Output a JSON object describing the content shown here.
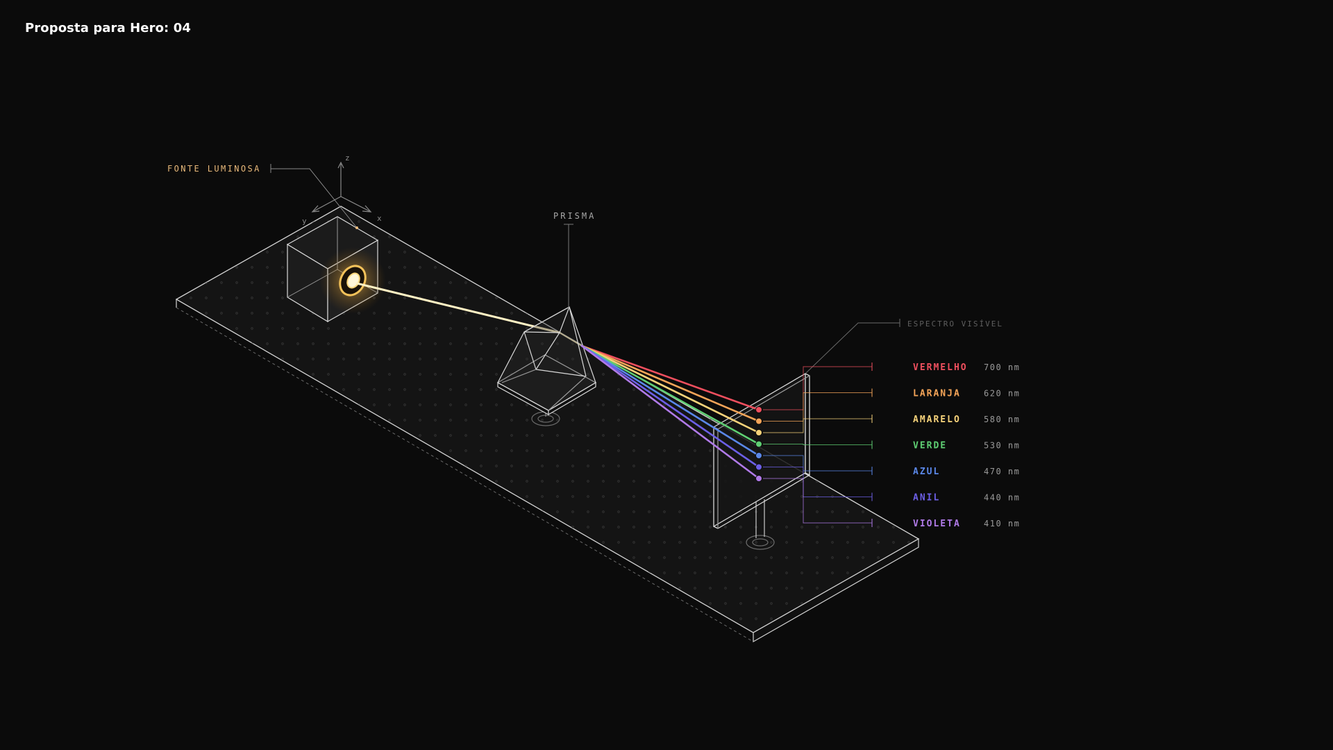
{
  "header": {
    "title": "Proposta para Hero: 04"
  },
  "labels": {
    "light_source": "FONTE LUMINOSA",
    "prism": "PRISMA",
    "spectrum": "ESPECTRO VISÍVEL",
    "axis_x": "x",
    "axis_y": "y",
    "axis_z": "z"
  },
  "colors": {
    "background": "#0b0b0b",
    "outline": "#d9d9d9",
    "light_source_label": "#e9b97a",
    "beam": "#fff1c4",
    "glow": "#f3c25e",
    "muted": "#6f6f6f"
  },
  "spectrum": [
    {
      "name": "VERMELHO",
      "wavelength": "700 nm",
      "color": "#ef4f5e"
    },
    {
      "name": "LARANJA",
      "wavelength": "620 nm",
      "color": "#f4a458"
    },
    {
      "name": "AMARELO",
      "wavelength": "580 nm",
      "color": "#f6d27a"
    },
    {
      "name": "VERDE",
      "wavelength": "530 nm",
      "color": "#5fcf73"
    },
    {
      "name": "AZUL",
      "wavelength": "470 nm",
      "color": "#5a87e8"
    },
    {
      "name": "ANIL",
      "wavelength": "440 nm",
      "color": "#6c5fe6"
    },
    {
      "name": "VIOLETA",
      "wavelength": "410 nm",
      "color": "#b07ae8"
    }
  ]
}
